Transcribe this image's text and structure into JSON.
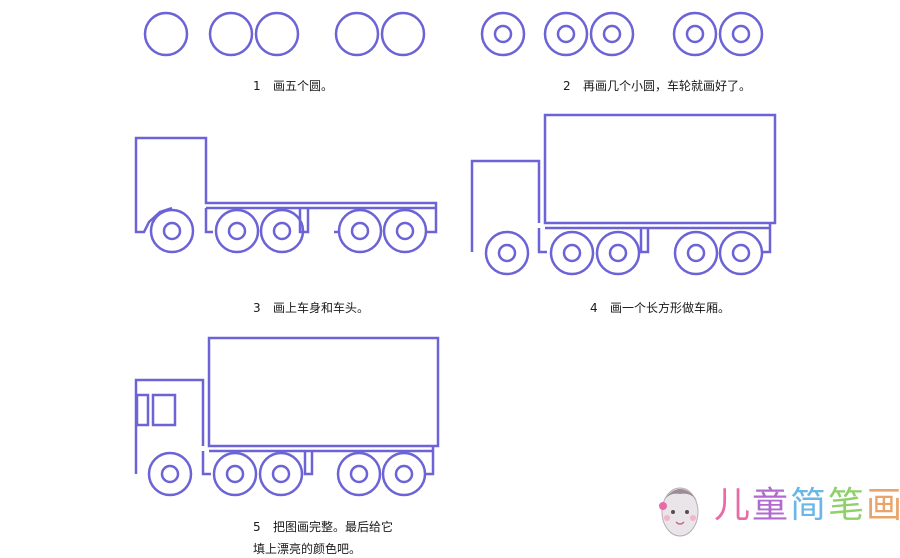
{
  "colors": {
    "stroke": "#6b63d6",
    "text": "#1a1a1a",
    "brand": [
      "#e86aa6",
      "#b06ad0",
      "#6ab6e8",
      "#8fd06a",
      "#e8a46a"
    ]
  },
  "steps": [
    {
      "num": "1",
      "text": "画五个圆。"
    },
    {
      "num": "2",
      "text": "再画几个小圆，车轮就画好了。"
    },
    {
      "num": "3",
      "text": "画上车身和车头。"
    },
    {
      "num": "4",
      "text": "画一个长方形做车厢。"
    },
    {
      "num": "5",
      "text": "把图画完整。最后给它",
      "text2": "填上漂亮的颜色吧。"
    }
  ],
  "brand": [
    "儿",
    "童",
    "简",
    "笔",
    "画"
  ],
  "icons": {
    "logo": "girl-face-icon"
  }
}
